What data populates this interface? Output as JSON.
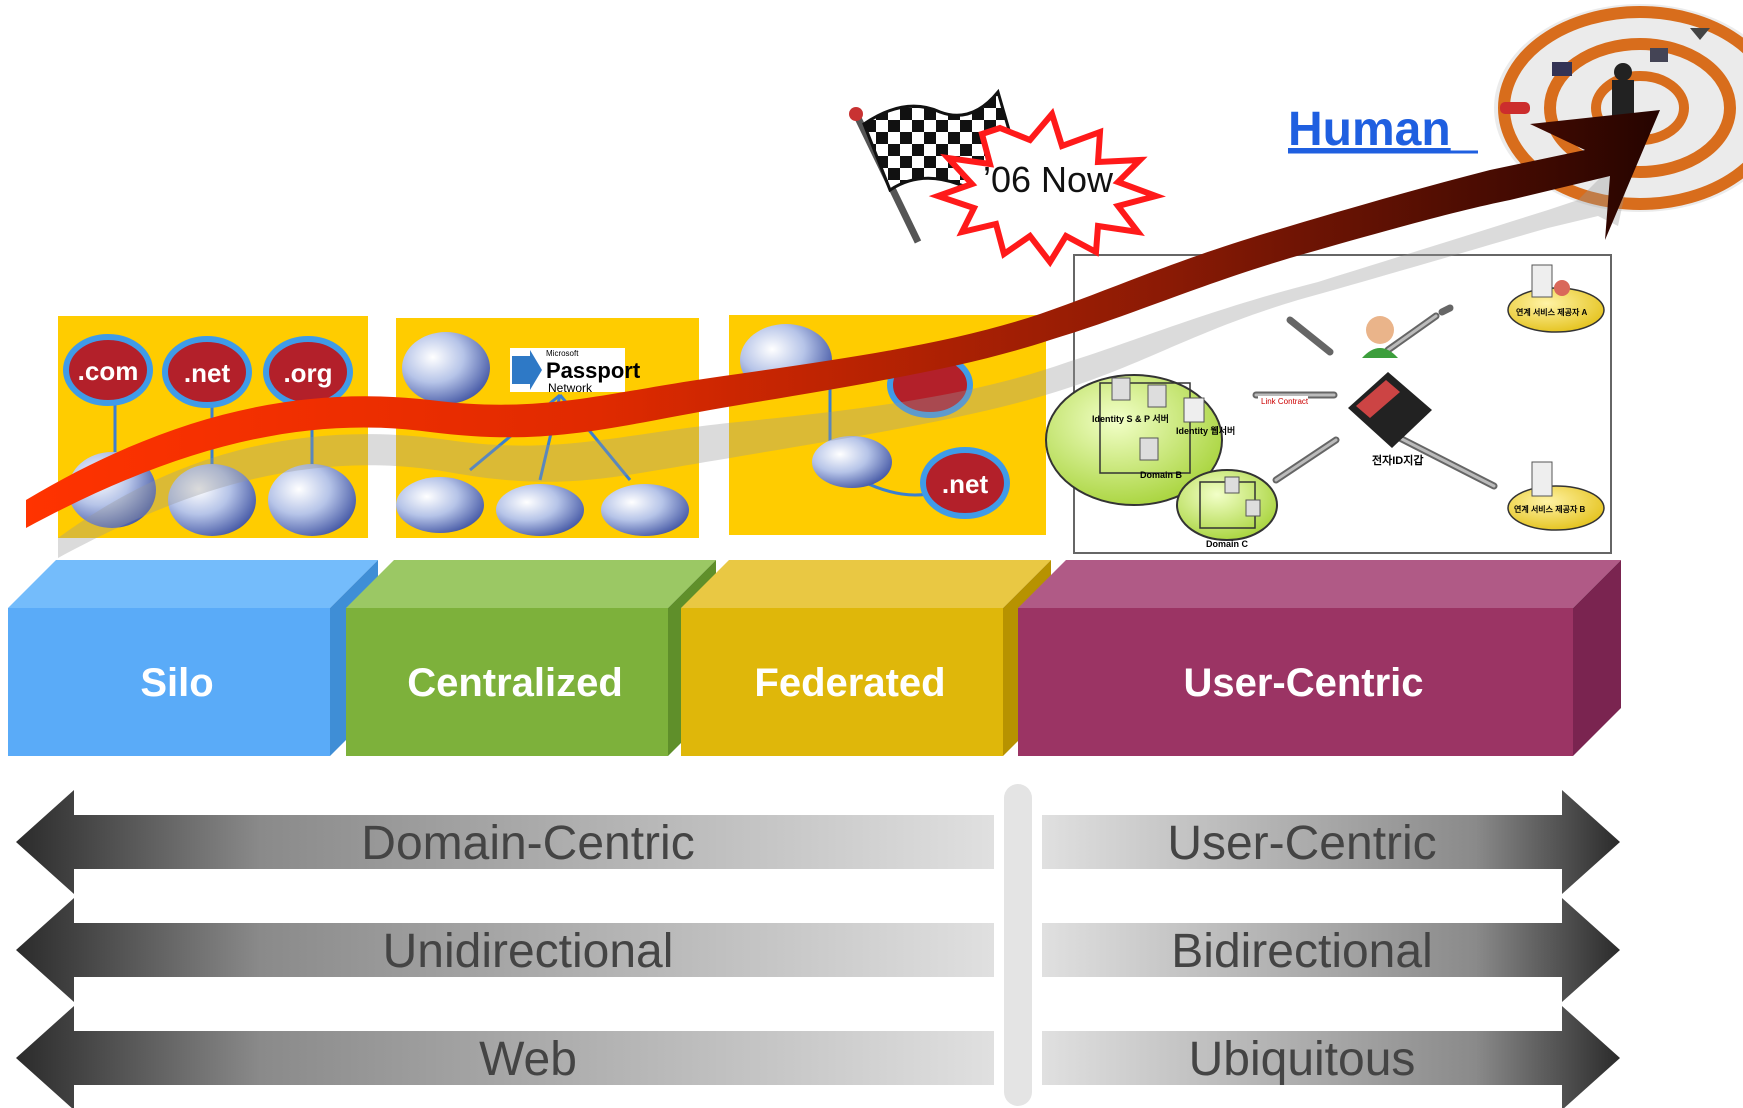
{
  "milestone": {
    "flag_label": "’06 Now",
    "human_label": "Human"
  },
  "stages": [
    {
      "label": "Silo",
      "face": "#5aabf8",
      "top": "#74bcfb",
      "side": "#3f8ed6"
    },
    {
      "label": "Centralized",
      "face": "#7db13b",
      "top": "#9bc864",
      "side": "#5f8f2a"
    },
    {
      "label": "Federated",
      "face": "#dfb70a",
      "top": "#e9c843",
      "side": "#b79200"
    },
    {
      "label": "User-Centric",
      "face": "#9b3464",
      "top": "#b05a86",
      "side": "#7a2450"
    }
  ],
  "silo_panel": {
    "domains": [
      ".com",
      ".net",
      ".org"
    ]
  },
  "centralized_panel": {
    "logo_small": "Microsoft",
    "logo_main": "Passport",
    "logo_sub": "Network"
  },
  "federated_panel": {
    "domains": [
      ".net"
    ]
  },
  "user_centric_panel": {
    "labels": {
      "identity_sp": "Identity S & P 서버",
      "identity_server": "Identity 웹서버",
      "domain_b": "Domain B",
      "domain_c": "Domain C",
      "link_contract": "Link Contract",
      "wallet": "전자ID지갑",
      "provider_a": "연계 서비스 제공자 A",
      "provider_b": "연계 서비스 제공자 B"
    }
  },
  "comparisons": [
    {
      "left": "Domain-Centric",
      "right": "User-Centric"
    },
    {
      "left": "Unidirectional",
      "right": "Bidirectional"
    },
    {
      "left": "Web",
      "right": "Ubiquitous"
    }
  ]
}
